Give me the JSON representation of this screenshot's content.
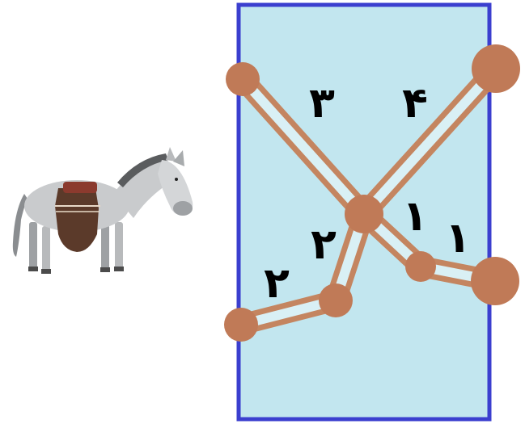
{
  "diagram": {
    "labels": {
      "three": "۳",
      "four": "۴",
      "one_center": "۱",
      "one_right": "۱",
      "two_center": "۲",
      "two_left": "۲"
    },
    "colors": {
      "panel_fill": "#c2e6ef",
      "panel_border": "#3b3fcf",
      "rod": "#c48560",
      "rod_inner": "#d9f0f5",
      "joint": "#c07a57"
    },
    "icons": {
      "animal": "donkey-icon"
    }
  }
}
